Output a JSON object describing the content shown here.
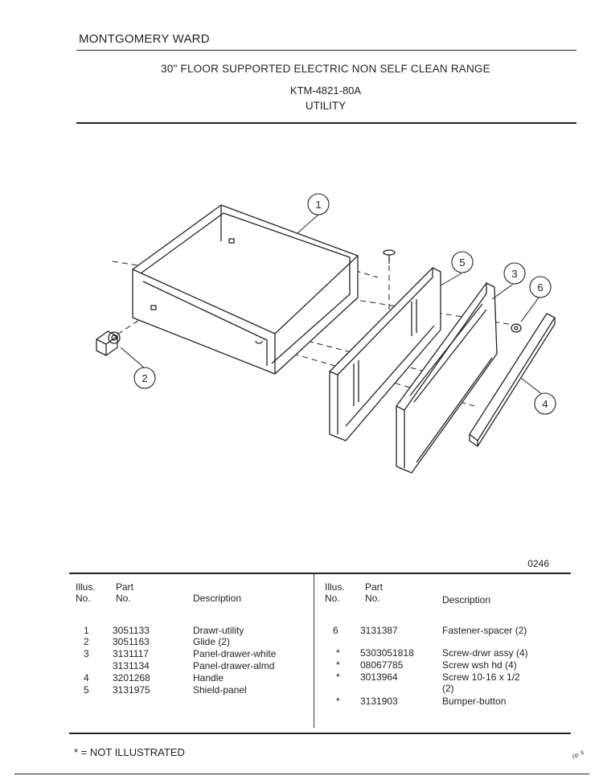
{
  "header": {
    "brand": "MONTGOMERY WARD",
    "title": "30\" FLOOR SUPPORTED ELECTRIC NON SELF CLEAN RANGE",
    "model": "KTM-4821-80A",
    "section": "UTILITY"
  },
  "diagram": {
    "callouts": [
      "1",
      "2",
      "3",
      "4",
      "5",
      "6"
    ]
  },
  "figure_code": "0246",
  "parts_table": {
    "headers": {
      "illus": "Illus.",
      "no": "No.",
      "part": "Part",
      "part_no": "No.",
      "description": "Description"
    },
    "left_rows": [
      {
        "illus": "1",
        "part": "3051133",
        "desc": "Drawr-utility"
      },
      {
        "illus": "2",
        "part": "3051163",
        "desc": "Glide (2)"
      },
      {
        "illus": "3",
        "part": "3131117",
        "desc": "Panel-drawer-white"
      },
      {
        "illus": "",
        "part": "3131134",
        "desc": "Panel-drawer-almd"
      },
      {
        "illus": "4",
        "part": "3201268",
        "desc": "Handle"
      },
      {
        "illus": "5",
        "part": "3131975",
        "desc": "Shield-panel"
      }
    ],
    "right_rows": [
      {
        "illus": "6",
        "part": "3131387",
        "desc": "Fastener-spacer (2)"
      },
      {
        "illus": "*",
        "part": "5303051818",
        "desc": "Screw-drwr assy (4)"
      },
      {
        "illus": "*",
        "part": "08067785",
        "desc": "Screw wsh hd (4)"
      },
      {
        "illus": "*",
        "part": "3013964",
        "desc": "Screw 10-16 x 1/2"
      },
      {
        "illus": "",
        "part": "",
        "desc": "(2)"
      },
      {
        "illus": "*",
        "part": "3131903",
        "desc": "Bumper-button"
      }
    ]
  },
  "footnote": "* = NOT ILLUSTRATED"
}
